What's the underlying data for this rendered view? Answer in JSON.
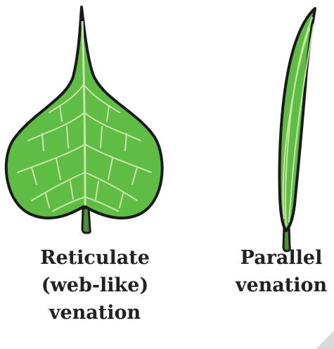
{
  "reticulate": {
    "caption_lines": [
      "Reticulate",
      "(web-like)",
      "venation"
    ]
  },
  "parallel": {
    "caption_lines": [
      "Parallel",
      "venation"
    ]
  },
  "colors": {
    "leaf_fill": "#5fbd45",
    "leaf_outline": "#1a1a1a",
    "vein": "#c9e6a6",
    "stem": "#4f8f3a",
    "corner_mark": "#d9d9d9"
  }
}
